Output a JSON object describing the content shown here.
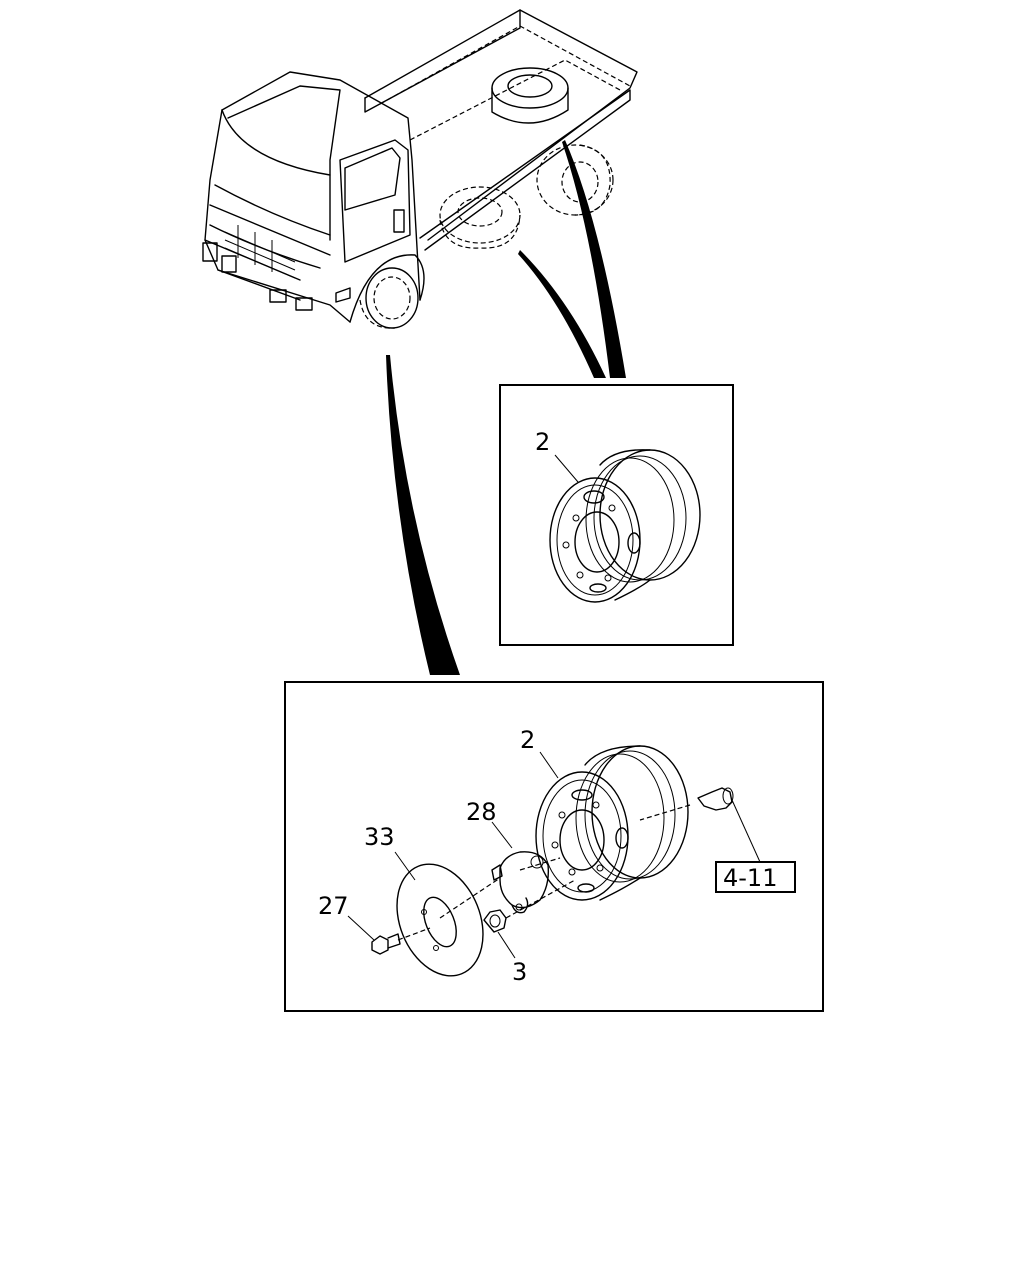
{
  "callouts": {
    "rear_wheel": "2",
    "front_wheel": "2",
    "disc_cover": "33",
    "bolt": "27",
    "hub_cap": "28",
    "nut": "3",
    "reference": "4-11"
  }
}
